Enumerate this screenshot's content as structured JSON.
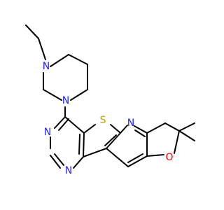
{
  "molecule": {
    "colors": {
      "bond": "#000000",
      "N": "#2323ff",
      "S": "#c8a000",
      "O": "#ff0000"
    },
    "atoms": {
      "N_pip_top": "N",
      "N_pip_bottom": "N",
      "N_pyr_1": "N",
      "N_pyr_2": "N",
      "S_thio": "S",
      "N_pyridine": "N",
      "O_pyran": "O"
    }
  }
}
